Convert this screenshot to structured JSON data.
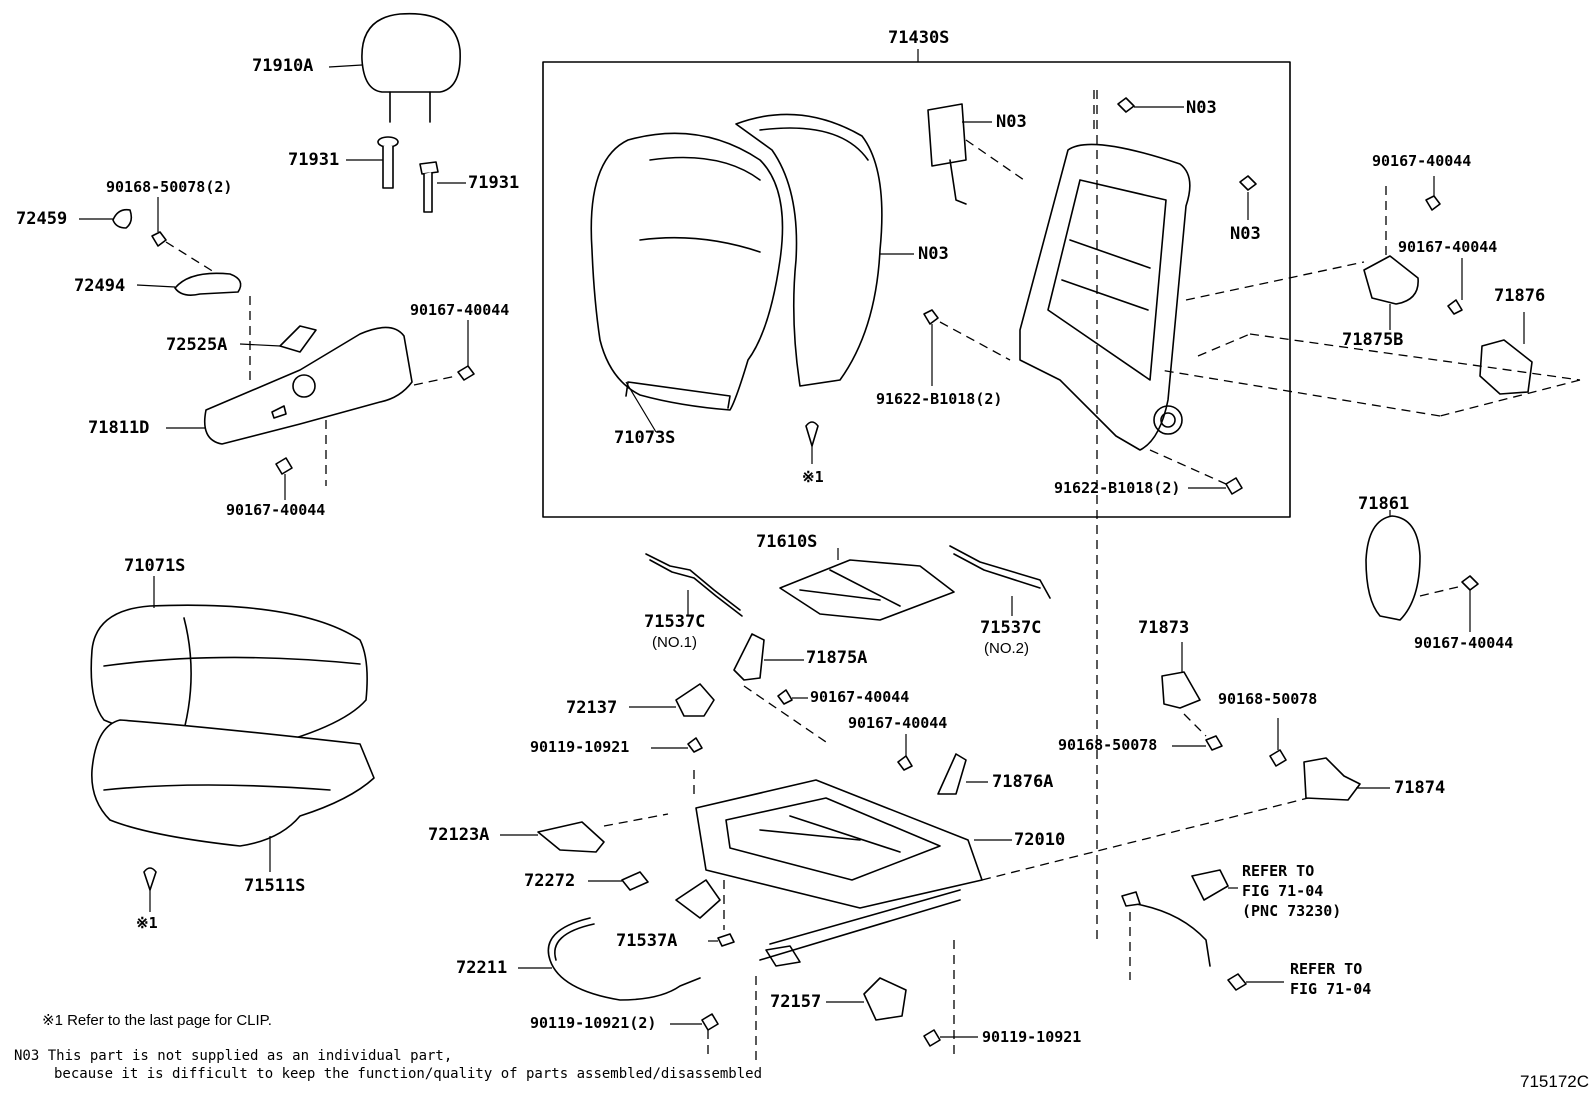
{
  "labels": {
    "l71910A": "71910A",
    "l71931a": "71931",
    "l71931b": "71931",
    "l90168_2": "90168-50078(2)",
    "l72459": "72459",
    "l72494": "72494",
    "l72525A": "72525A",
    "l90167a": "90167-40044",
    "l71811D": "71811D",
    "l90167b": "90167-40044",
    "l71430S": "71430S",
    "l71073S": "71073S",
    "lN03a": "N03",
    "lN03b": "N03",
    "lN03c": "N03",
    "lN03d": "N03",
    "lclip1": "※1",
    "l91622a": "91622-B1018(2)",
    "l91622b": "91622-B1018(2)",
    "l90167c": "90167-40044",
    "l90167d": "90167-40044",
    "l71876": "71876",
    "l71875B": "71875B",
    "l71861": "71861",
    "l90167e": "90167-40044",
    "l71071S": "71071S",
    "l71511S": "71511S",
    "lclip2": "※1",
    "l71610S": "71610S",
    "l71537C1": "71537C",
    "lno1": "(NO.1)",
    "l71537C2": "71537C",
    "lno2": "(NO.2)",
    "l71875A": "71875A",
    "l72137": "72137",
    "l90167f": "90167-40044",
    "l90119a": "90119-10921",
    "l90167g": "90167-40044",
    "l71876A": "71876A",
    "l71873": "71873",
    "l90168b": "90168-50078",
    "l90168c": "90168-50078",
    "l71874": "71874",
    "l72123A": "72123A",
    "l72010": "72010",
    "l72272": "72272",
    "l71537A": "71537A",
    "l72211": "72211",
    "l90119b": "90119-10921(2)",
    "l72157": "72157",
    "l90119c": "90119-10921",
    "lrefer1a": "REFER TO",
    "lrefer1b": "FIG 71-04",
    "lrefer1c": "(PNC 73230)",
    "lrefer2a": "REFER TO",
    "lrefer2b": "FIG 71-04",
    "lfigno": "715172C"
  },
  "notes": {
    "clip_note": "※1 Refer to the last page for CLIP.",
    "n03_line1": "N03 This part is not supplied as an individual part,",
    "n03_line2": "because it is difficult to keep the function/quality of parts assembled/disassembled"
  }
}
